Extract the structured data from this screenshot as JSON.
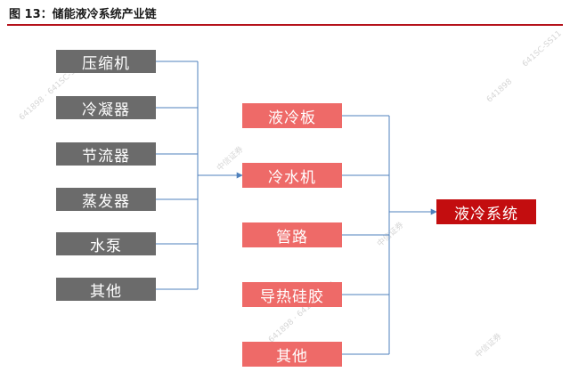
{
  "title": "图 13：储能液冷系统产业链",
  "colors": {
    "accent_rule": "#b5121b",
    "source_box": "#6b6b6b",
    "middle_box": "#ee6a68",
    "output_box": "#c30d0f",
    "connector": "#4f81bd"
  },
  "diagram": {
    "sources": [
      "压缩机",
      "冷凝器",
      "节流器",
      "蒸发器",
      "水泵",
      "其他"
    ],
    "components": [
      "液冷板",
      "冷水机",
      "管路",
      "导热硅胶",
      "其他"
    ],
    "system": "液冷系统"
  },
  "watermarks": [
    "641898 · 641SC-SS11",
    "中信证券",
    "641898",
    "641SC-SS11"
  ]
}
